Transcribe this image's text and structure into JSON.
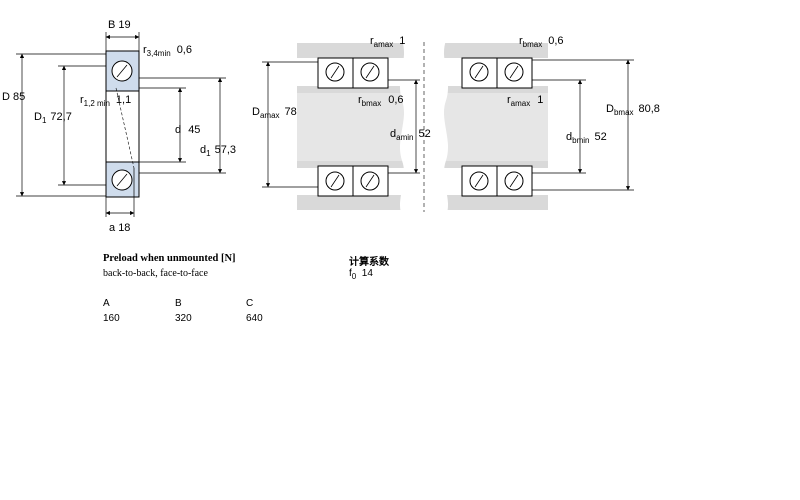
{
  "left_figure": {
    "B": {
      "label": "B",
      "value": "19"
    },
    "r34": {
      "r": "r",
      "sub": "3,4min",
      "value": "0,6"
    },
    "D": {
      "label": "D",
      "value": "85"
    },
    "D1": {
      "label": "D",
      "sub": "1",
      "value": "72,7"
    },
    "r12": {
      "r": "r",
      "sub": "1,2 min",
      "value": "1,1"
    },
    "d": {
      "label": "d",
      "value": "45"
    },
    "d1": {
      "label": "d",
      "sub": "1",
      "value": "57,3"
    },
    "a": {
      "label": "a",
      "value": "18"
    }
  },
  "right_figure": {
    "ra_top": {
      "r": "r",
      "sub": "amax",
      "value": "1"
    },
    "rb_top": {
      "r": "r",
      "sub": "bmax",
      "value": "0,6"
    },
    "Da": {
      "label": "D",
      "sub": "amax",
      "value": "78"
    },
    "rb_mid": {
      "r": "r",
      "sub": "bmax",
      "value": "0,6"
    },
    "ra_mid": {
      "r": "r",
      "sub": "amax",
      "value": "1"
    },
    "da": {
      "label": "d",
      "sub": "amin",
      "value": "52"
    },
    "db": {
      "label": "d",
      "sub": "bmin",
      "value": "52"
    },
    "Db": {
      "label": "D",
      "sub": "bmax",
      "value": "80,8"
    }
  },
  "preload": {
    "title": "Preload when unmounted [N]",
    "subtitle": "back-to-back, face-to-face",
    "headers": [
      "A",
      "B",
      "C"
    ],
    "values": [
      "160",
      "320",
      "640"
    ]
  },
  "calc": {
    "title": "计算系数",
    "f0_label": "f",
    "f0_sub": "0",
    "f0_value": "14"
  }
}
